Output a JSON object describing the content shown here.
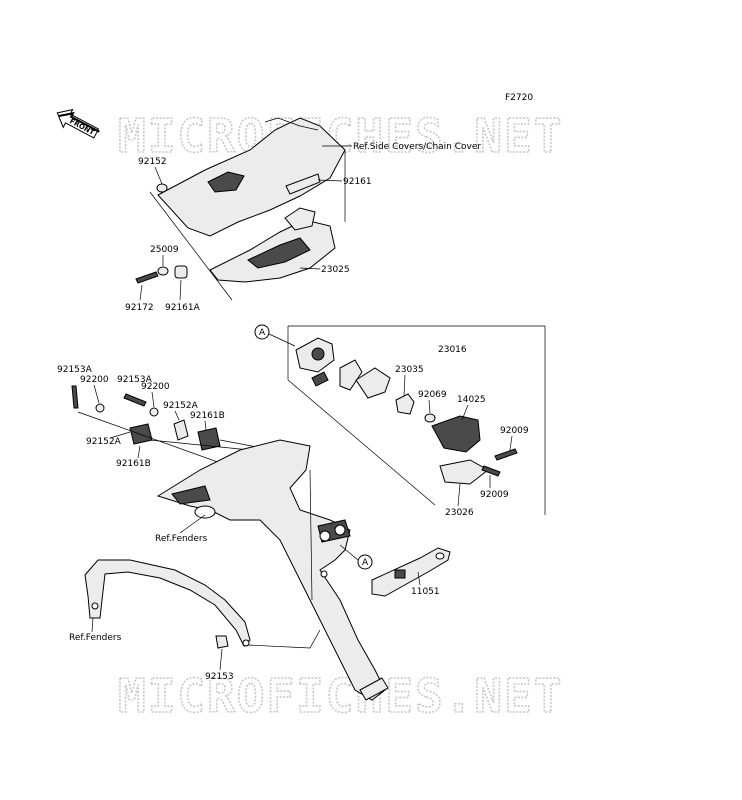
{
  "diagram_code": "F2720",
  "front_label": "FRONT",
  "watermark_text": "MICROFICHES.NET",
  "ref_labels": {
    "side_covers": "Ref.Side Covers/Chain Cover",
    "fenders_1": "Ref.Fenders",
    "fenders_2": "Ref.Fenders"
  },
  "marker_label": "A",
  "parts": {
    "p92152": "92152",
    "p92161": "92161",
    "p25009": "25009",
    "p23025": "23025",
    "p92172": "92172",
    "p92161A": "92161A",
    "p23016": "23016",
    "p23035": "23035",
    "p92069": "92069",
    "p14025": "14025",
    "p92009a": "92009",
    "p92009b": "92009",
    "p23026": "23026",
    "p11051": "11051",
    "p92153A_1": "92153A",
    "p92200_1": "92200",
    "p92153A_2": "92153A",
    "p92200_2": "92200",
    "p92152A_1": "92152A",
    "p92152A_2": "92152A",
    "p92161B_1": "92161B",
    "p92161B_2": "92161B",
    "p92153": "92153"
  }
}
